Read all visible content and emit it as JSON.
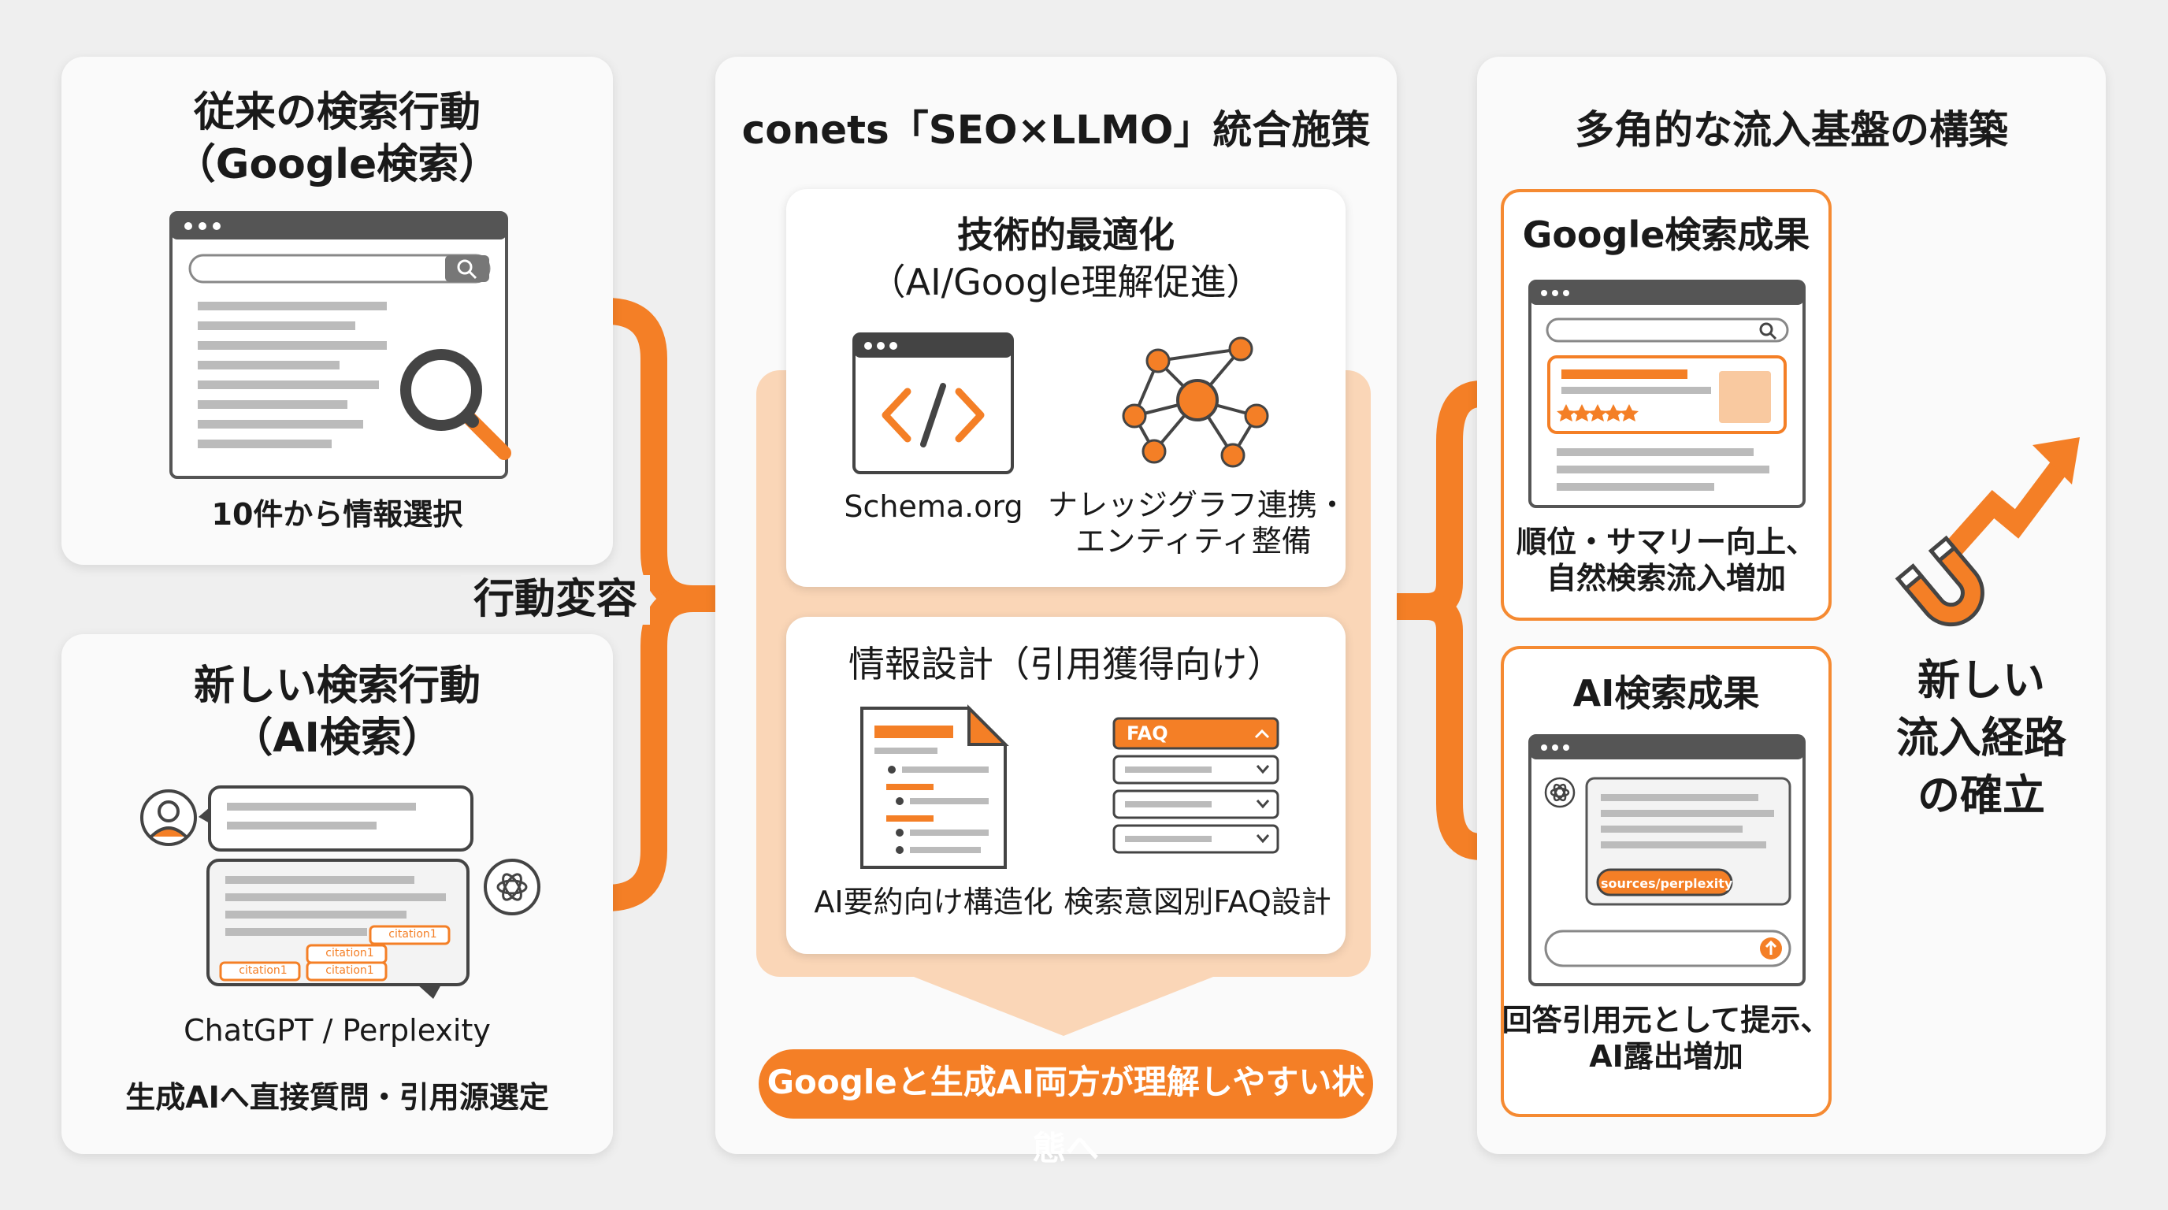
{
  "left": {
    "traditional": {
      "title": "従来の検索行動",
      "subtitle": "（Google検索）",
      "caption": "10件から情報選択"
    },
    "new": {
      "title": "新しい検索行動",
      "subtitle": "（AI検索）",
      "citations": [
        "citation1",
        "citation1",
        "citation1",
        "citation1"
      ],
      "tools": "ChatGPT / Perplexity",
      "caption": "生成AIへ直接質問・引用源選定"
    },
    "transition_label": "行動変容"
  },
  "center": {
    "title": "conets「SEO×LLMO」統合施策",
    "technical": {
      "title": "技術的最適化",
      "subtitle": "（AI/Google理解促進）",
      "item1": "Schema.org",
      "item2_line1": "ナレッジグラフ連携・",
      "item2_line2": "エンティティ整備"
    },
    "info": {
      "title": "情報設計（引用獲得向け）",
      "faq_label": "FAQ",
      "item1": "AI要約向け構造化",
      "item2": "検索意図別FAQ設計"
    },
    "result_pill": "Googleと生成AI両方が理解しやすい状態へ"
  },
  "right": {
    "title": "多角的な流入基盤の構築",
    "google": {
      "title": "Google検索成果",
      "caption_line1": "順位・サマリー向上、",
      "caption_line2": "自然検索流入増加"
    },
    "ai": {
      "title": "AI検索成果",
      "citation_button": "sources/perplexity",
      "caption_line1": "回答引用元として提示、",
      "caption_line2": "AI露出増加"
    },
    "outcome_line1": "新しい",
    "outcome_line2": "流入経路",
    "outcome_line3": "の確立"
  },
  "colors": {
    "accent": "#f47f26",
    "accent_light": "#f9c9a0",
    "frame": "#555555"
  },
  "icons": [
    "search-icon",
    "magnifier-icon",
    "user-avatar-icon",
    "ai-logo-icon",
    "code-icon",
    "network-graph-icon",
    "document-icon",
    "faq-accordion-icon",
    "star-rating-icon",
    "magnet-icon",
    "growth-arrow-icon",
    "send-arrow-icon",
    "external-link-icon"
  ]
}
